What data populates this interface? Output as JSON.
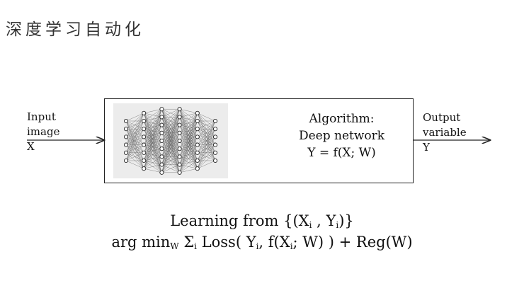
{
  "title": "深度学习自动化",
  "input": {
    "line1": "Input",
    "line2": "image",
    "line3": "X"
  },
  "output": {
    "line1": "Output",
    "line2": "variable",
    "line3": "Y"
  },
  "algorithm": {
    "line1": "Algorithm:",
    "line2": "Deep network",
    "line3": "Y = f(X; W)"
  },
  "network": {
    "layer_sizes": [
      6,
      8,
      9,
      9,
      8,
      6
    ]
  },
  "formula": {
    "learning": "Learning from {(X",
    "sub_i": "i",
    "comma_y": " , Y",
    "close": ")}",
    "argmin": "arg min",
    "sub_w": "W",
    "sigma": " Σ",
    "loss": " Loss( Y",
    "comma_f": ",  f(X",
    "tail": "; W) ) + Reg(W)"
  }
}
